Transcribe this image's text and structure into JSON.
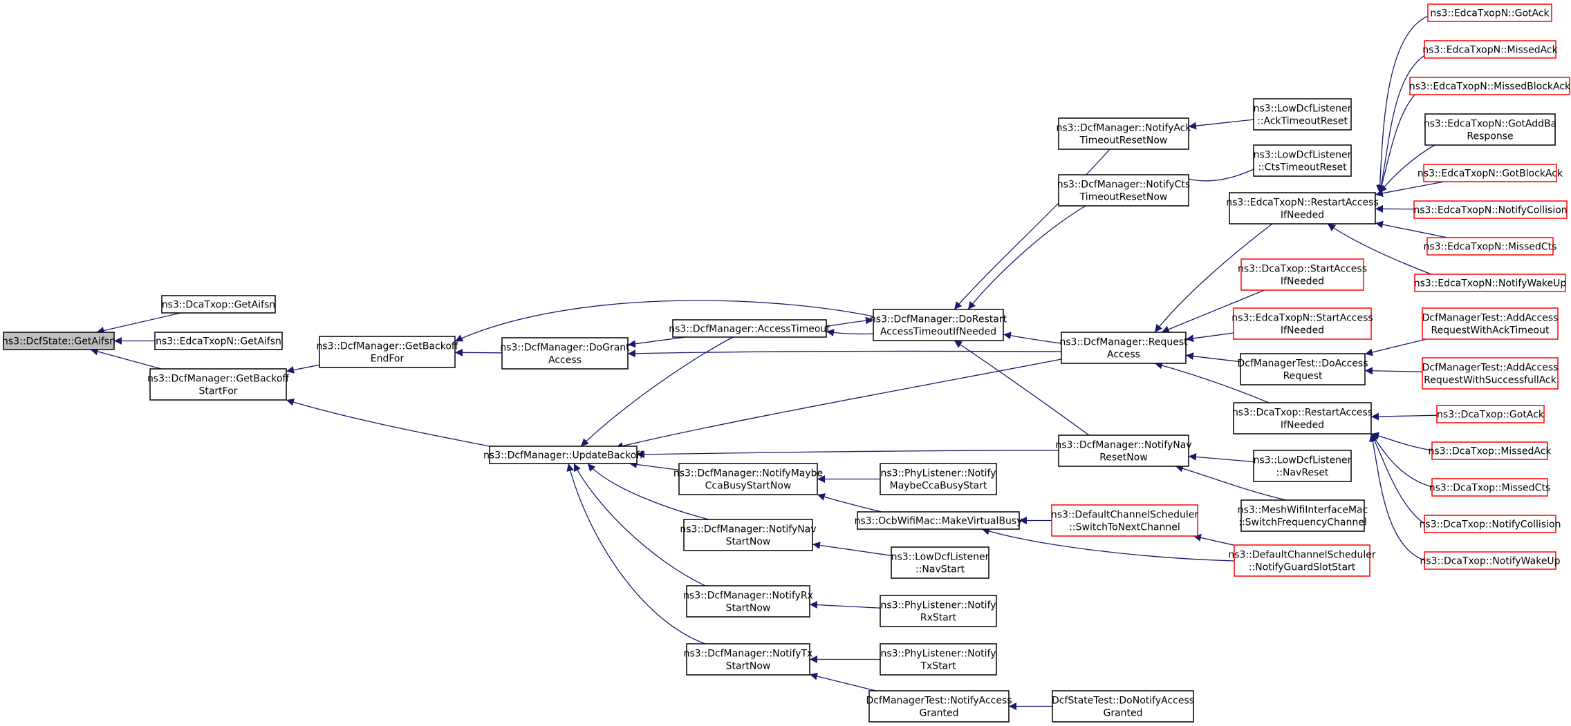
{
  "colors": {
    "edge": "#191970",
    "border_default": "#000000",
    "border_external": "#ff0000",
    "fill_default": "#ffffff",
    "fill_root": "#bfbfbf"
  },
  "nodes": [
    {
      "id": "root",
      "lines": [
        "ns3::DcfState::GetAifsn"
      ],
      "style": "root"
    },
    {
      "id": "dcatxop_getaifsn",
      "lines": [
        "ns3::DcaTxop::GetAifsn"
      ],
      "style": "default"
    },
    {
      "id": "edcatxop_getaifsn",
      "lines": [
        "ns3::EdcaTxopN::GetAifsn"
      ],
      "style": "default"
    },
    {
      "id": "getbackoff_startfor",
      "lines": [
        "ns3::DcfManager::GetBackoff",
        "StartFor"
      ],
      "style": "default"
    },
    {
      "id": "getbackoff_endfor",
      "lines": [
        "ns3::DcfManager::GetBackoff",
        "EndFor"
      ],
      "style": "default"
    },
    {
      "id": "dogrant_access",
      "lines": [
        "ns3::DcfManager::DoGrant",
        "Access"
      ],
      "style": "default"
    },
    {
      "id": "access_timeout",
      "lines": [
        "ns3::DcfManager::AccessTimeout"
      ],
      "style": "default"
    },
    {
      "id": "dorestart",
      "lines": [
        "ns3::DcfManager::DoRestart",
        "AccessTimeoutIfNeeded"
      ],
      "style": "default"
    },
    {
      "id": "update_backoff",
      "lines": [
        "ns3::DcfManager::UpdateBackoff"
      ],
      "style": "default"
    },
    {
      "id": "notify_ack_timeout",
      "lines": [
        "ns3::DcfManager::NotifyAck",
        "TimeoutResetNow"
      ],
      "style": "default"
    },
    {
      "id": "notify_cts_timeout",
      "lines": [
        "ns3::DcfManager::NotifyCts",
        "TimeoutResetNow"
      ],
      "style": "default"
    },
    {
      "id": "request_access",
      "lines": [
        "ns3::DcfManager::Request",
        "Access"
      ],
      "style": "default"
    },
    {
      "id": "notify_nav_reset",
      "lines": [
        "ns3::DcfManager::NotifyNav",
        "ResetNow"
      ],
      "style": "default"
    },
    {
      "id": "notify_maybe_cca",
      "lines": [
        "ns3::DcfManager::NotifyMaybe",
        "CcaBusyStartNow"
      ],
      "style": "default"
    },
    {
      "id": "notify_nav_start",
      "lines": [
        "ns3::DcfManager::NotifyNav",
        "StartNow"
      ],
      "style": "default"
    },
    {
      "id": "notify_rx_start",
      "lines": [
        "ns3::DcfManager::NotifyRx",
        "StartNow"
      ],
      "style": "default"
    },
    {
      "id": "notify_tx_start",
      "lines": [
        "ns3::DcfManager::NotifyTx",
        "StartNow"
      ],
      "style": "default"
    },
    {
      "id": "phy_maybe_cca",
      "lines": [
        "ns3::PhyListener::Notify",
        "MaybeCcaBusyStart"
      ],
      "style": "default"
    },
    {
      "id": "ocb_make_virtual_busy",
      "lines": [
        "ns3::OcbWifiMac::MakeVirtualBusy"
      ],
      "style": "default"
    },
    {
      "id": "lowdcf_navstart",
      "lines": [
        "ns3::LowDcfListener",
        "::NavStart"
      ],
      "style": "default"
    },
    {
      "id": "phy_rxstart",
      "lines": [
        "ns3::PhyListener::Notify",
        "RxStart"
      ],
      "style": "default"
    },
    {
      "id": "phy_txstart",
      "lines": [
        "ns3::PhyListener::Notify",
        "TxStart"
      ],
      "style": "default"
    },
    {
      "id": "dcftest_notify_access_granted",
      "lines": [
        "DcfManagerTest::NotifyAccess",
        "Granted"
      ],
      "style": "default"
    },
    {
      "id": "dcfstatetest_donotify",
      "lines": [
        "DcfStateTest::DoNotifyAccess",
        "Granted"
      ],
      "style": "default"
    },
    {
      "id": "lowdcf_acktimeout",
      "lines": [
        "ns3::LowDcfListener",
        "::AckTimeoutReset"
      ],
      "style": "default"
    },
    {
      "id": "lowdcf_ctstimeout",
      "lines": [
        "ns3::LowDcfListener",
        "::CtsTimeoutReset"
      ],
      "style": "default"
    },
    {
      "id": "lowdcf_navreset",
      "lines": [
        "ns3::LowDcfListener",
        "::NavReset"
      ],
      "style": "default"
    },
    {
      "id": "mesh_switch_freq",
      "lines": [
        "ns3::MeshWifiInterfaceMac",
        "::SwitchFrequencyChannel"
      ],
      "style": "default"
    },
    {
      "id": "default_switch_next",
      "lines": [
        "ns3::DefaultChannelScheduler",
        "::SwitchToNextChannel"
      ],
      "style": "external"
    },
    {
      "id": "default_notify_guard",
      "lines": [
        "ns3::DefaultChannelScheduler",
        "::NotifyGuardSlotStart"
      ],
      "style": "external"
    },
    {
      "id": "edca_restart_access",
      "lines": [
        "ns3::EdcaTxopN::RestartAccess",
        "IfNeeded"
      ],
      "style": "default"
    },
    {
      "id": "dcatxop_start_access",
      "lines": [
        "ns3::DcaTxop::StartAccess",
        "IfNeeded"
      ],
      "style": "external"
    },
    {
      "id": "edca_start_access",
      "lines": [
        "ns3::EdcaTxopN::StartAccess",
        "IfNeeded"
      ],
      "style": "external"
    },
    {
      "id": "dcftest_doaccess_request",
      "lines": [
        "DcfManagerTest::DoAccess",
        "Request"
      ],
      "style": "default"
    },
    {
      "id": "dcatxop_restart_access",
      "lines": [
        "ns3::DcaTxop::RestartAccess",
        "IfNeeded"
      ],
      "style": "default"
    },
    {
      "id": "edca_gotack",
      "lines": [
        "ns3::EdcaTxopN::GotAck"
      ],
      "style": "external"
    },
    {
      "id": "edca_missedack",
      "lines": [
        "ns3::EdcaTxopN::MissedAck"
      ],
      "style": "external"
    },
    {
      "id": "edca_missedblockack",
      "lines": [
        "ns3::EdcaTxopN::MissedBlockAck"
      ],
      "style": "external"
    },
    {
      "id": "edca_gotaddba",
      "lines": [
        "ns3::EdcaTxopN::GotAddBa",
        "Response"
      ],
      "style": "default"
    },
    {
      "id": "edca_gotblockack",
      "lines": [
        "ns3::EdcaTxopN::GotBlockAck"
      ],
      "style": "external"
    },
    {
      "id": "edca_notifycollision",
      "lines": [
        "ns3::EdcaTxopN::NotifyCollision"
      ],
      "style": "external"
    },
    {
      "id": "edca_missedcts",
      "lines": [
        "ns3::EdcaTxopN::MissedCts"
      ],
      "style": "external"
    },
    {
      "id": "edca_notifywakeup",
      "lines": [
        "ns3::EdcaTxopN::NotifyWakeUp"
      ],
      "style": "external"
    },
    {
      "id": "dcftest_addaccess_ack",
      "lines": [
        "DcfManagerTest::AddAccess",
        "RequestWithAckTimeout"
      ],
      "style": "external"
    },
    {
      "id": "dcftest_addaccess_success",
      "lines": [
        "DcfManagerTest::AddAccess",
        "RequestWithSuccessfullAck"
      ],
      "style": "external"
    },
    {
      "id": "dcatxop_gotack",
      "lines": [
        "ns3::DcaTxop::GotAck"
      ],
      "style": "external"
    },
    {
      "id": "dcatxop_missedack",
      "lines": [
        "ns3::DcaTxop::MissedAck"
      ],
      "style": "external"
    },
    {
      "id": "dcatxop_missedcts",
      "lines": [
        "ns3::DcaTxop::MissedCts"
      ],
      "style": "external"
    },
    {
      "id": "dcatxop_notifycollision",
      "lines": [
        "ns3::DcaTxop::NotifyCollision"
      ],
      "style": "external"
    },
    {
      "id": "dcatxop_notifywakeup",
      "lines": [
        "ns3::DcaTxop::NotifyWakeUp"
      ],
      "style": "external"
    }
  ],
  "edges": [
    {
      "from": "dcatxop_getaifsn",
      "to": "root"
    },
    {
      "from": "edcatxop_getaifsn",
      "to": "root"
    },
    {
      "from": "getbackoff_startfor",
      "to": "root"
    },
    {
      "from": "getbackoff_endfor",
      "to": "getbackoff_startfor"
    },
    {
      "from": "update_backoff",
      "to": "getbackoff_startfor"
    },
    {
      "from": "dogrant_access",
      "to": "getbackoff_endfor"
    },
    {
      "from": "dorestart",
      "to": "getbackoff_endfor"
    },
    {
      "from": "access_timeout",
      "to": "dogrant_access"
    },
    {
      "from": "request_access",
      "to": "dogrant_access"
    },
    {
      "from": "dorestart",
      "to": "access_timeout"
    },
    {
      "from": "access_timeout",
      "to": "dorestart"
    },
    {
      "from": "update_backoff",
      "to": "access_timeout"
    },
    {
      "from": "notify_ack_timeout",
      "to": "dorestart"
    },
    {
      "from": "notify_cts_timeout",
      "to": "dorestart"
    },
    {
      "from": "request_access",
      "to": "dorestart"
    },
    {
      "from": "notify_nav_reset",
      "to": "dorestart"
    },
    {
      "from": "request_access",
      "to": "update_backoff"
    },
    {
      "from": "notify_nav_reset",
      "to": "update_backoff"
    },
    {
      "from": "notify_maybe_cca",
      "to": "update_backoff"
    },
    {
      "from": "notify_nav_start",
      "to": "update_backoff"
    },
    {
      "from": "notify_rx_start",
      "to": "update_backoff"
    },
    {
      "from": "notify_tx_start",
      "to": "update_backoff"
    },
    {
      "from": "lowdcf_acktimeout",
      "to": "notify_ack_timeout"
    },
    {
      "from": "lowdcf_ctstimeout",
      "to": "notify_cts_timeout"
    },
    {
      "from": "edca_restart_access",
      "to": "request_access"
    },
    {
      "from": "dcatxop_start_access",
      "to": "request_access"
    },
    {
      "from": "edca_start_access",
      "to": "request_access"
    },
    {
      "from": "dcftest_doaccess_request",
      "to": "request_access"
    },
    {
      "from": "dcatxop_restart_access",
      "to": "request_access"
    },
    {
      "from": "lowdcf_navreset",
      "to": "notify_nav_reset"
    },
    {
      "from": "mesh_switch_freq",
      "to": "notify_nav_reset"
    },
    {
      "from": "phy_maybe_cca",
      "to": "notify_maybe_cca"
    },
    {
      "from": "ocb_make_virtual_busy",
      "to": "notify_maybe_cca"
    },
    {
      "from": "lowdcf_navstart",
      "to": "notify_nav_start"
    },
    {
      "from": "phy_rxstart",
      "to": "notify_rx_start"
    },
    {
      "from": "phy_txstart",
      "to": "notify_tx_start"
    },
    {
      "from": "dcftest_notify_access_granted",
      "to": "notify_tx_start"
    },
    {
      "from": "dcfstatetest_donotify",
      "to": "dcftest_notify_access_granted"
    },
    {
      "from": "default_switch_next",
      "to": "ocb_make_virtual_busy"
    },
    {
      "from": "default_notify_guard",
      "to": "ocb_make_virtual_busy"
    },
    {
      "from": "default_notify_guard",
      "to": "default_switch_next"
    },
    {
      "from": "edca_gotack",
      "to": "edca_restart_access"
    },
    {
      "from": "edca_missedack",
      "to": "edca_restart_access"
    },
    {
      "from": "edca_missedblockack",
      "to": "edca_restart_access"
    },
    {
      "from": "edca_gotaddba",
      "to": "edca_restart_access"
    },
    {
      "from": "edca_gotblockack",
      "to": "edca_restart_access"
    },
    {
      "from": "edca_notifycollision",
      "to": "edca_restart_access"
    },
    {
      "from": "edca_missedcts",
      "to": "edca_restart_access"
    },
    {
      "from": "edca_notifywakeup",
      "to": "edca_restart_access"
    },
    {
      "from": "dcftest_addaccess_ack",
      "to": "dcftest_doaccess_request"
    },
    {
      "from": "dcftest_addaccess_success",
      "to": "dcftest_doaccess_request"
    },
    {
      "from": "dcatxop_gotack",
      "to": "dcatxop_restart_access"
    },
    {
      "from": "dcatxop_missedack",
      "to": "dcatxop_restart_access"
    },
    {
      "from": "dcatxop_missedcts",
      "to": "dcatxop_restart_access"
    },
    {
      "from": "dcatxop_notifycollision",
      "to": "dcatxop_restart_access"
    },
    {
      "from": "dcatxop_notifywakeup",
      "to": "dcatxop_restart_access"
    }
  ]
}
